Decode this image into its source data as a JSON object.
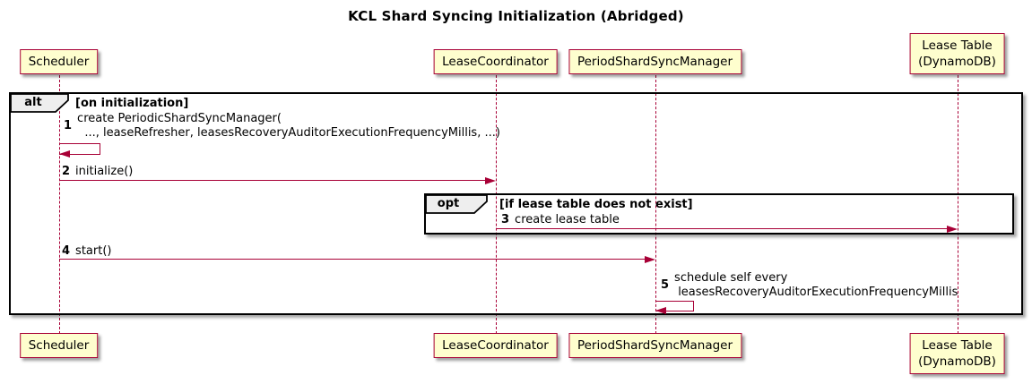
{
  "title": "KCL Shard Syncing Initialization (Abridged)",
  "diagram": {
    "type": "sequence"
  },
  "colors": {
    "participant_fill": "#FEFECE",
    "participant_border": "#A80036",
    "arrow": "#A80036",
    "lifeline": "#A80036",
    "frame_border": "#000000",
    "frame_label_fill": "#EEEEEE"
  },
  "participants": [
    {
      "label": "Scheduler"
    },
    {
      "label": "LeaseCoordinator"
    },
    {
      "label": "PeriodShardSyncManager"
    },
    {
      "label": "Lease Table\n(DynamoDB)"
    }
  ],
  "frames": {
    "alt": {
      "keyword": "alt",
      "condition": "[on initialization]"
    },
    "opt": {
      "keyword": "opt",
      "condition": "[if lease table does not exist]"
    }
  },
  "messages": {
    "m1": {
      "num": "1",
      "text": "create PeriodicShardSyncManager(\n  ..., leaseRefresher, leasesRecoveryAuditorExecutionFrequencyMillis, ...)",
      "from": "Scheduler",
      "to": "Scheduler"
    },
    "m2": {
      "num": "2",
      "text": "initialize()",
      "from": "Scheduler",
      "to": "LeaseCoordinator"
    },
    "m3": {
      "num": "3",
      "text": "create lease table",
      "from": "LeaseCoordinator",
      "to": "Lease Table (DynamoDB)"
    },
    "m4": {
      "num": "4",
      "text": "start()",
      "from": "Scheduler",
      "to": "PeriodShardSyncManager"
    },
    "m5": {
      "num": "5",
      "text": "schedule self every\n leasesRecoveryAuditorExecutionFrequencyMillis",
      "from": "PeriodShardSyncManager",
      "to": "PeriodShardSyncManager"
    }
  }
}
